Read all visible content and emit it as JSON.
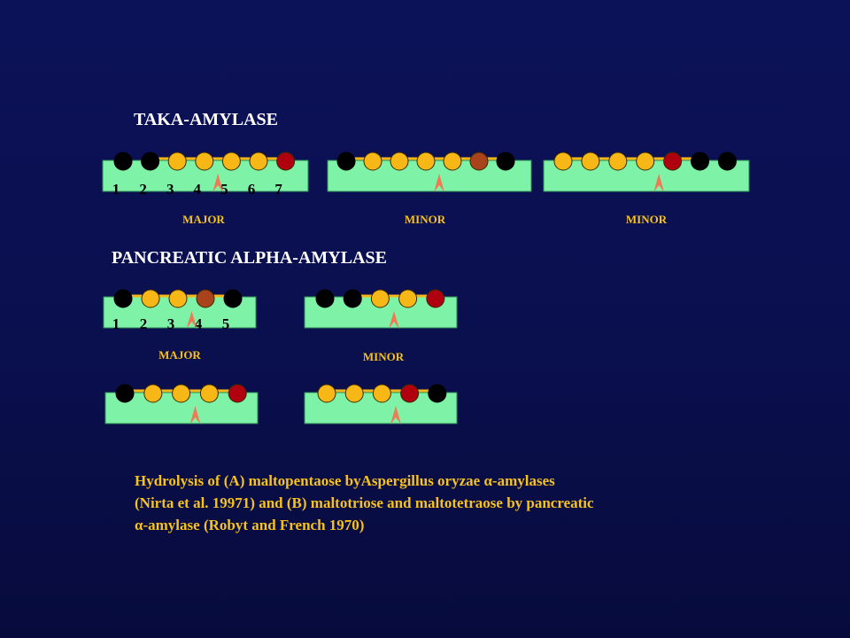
{
  "taka": {
    "title": "TAKA-AMYLASE",
    "positions": [
      "1",
      "2",
      "3",
      "4",
      "5",
      "6",
      "7"
    ],
    "rows": [
      {
        "label": "MAJOR",
        "beads": [
          "black",
          "black",
          "yellow",
          "yellow",
          "yellow",
          "yellow",
          "red"
        ],
        "cleavage_after": 4,
        "numbered": true
      },
      {
        "label": "MINOR",
        "beads": [
          "black",
          "yellow",
          "yellow",
          "yellow",
          "yellow",
          "brown",
          "black"
        ],
        "cleavage_after": 4,
        "numbered": false
      },
      {
        "label": "MINOR",
        "beads": [
          "yellow",
          "yellow",
          "yellow",
          "yellow",
          "red",
          "black",
          "black"
        ],
        "cleavage_after": 4,
        "numbered": false
      }
    ]
  },
  "pancreatic": {
    "title": "PANCREATIC ALPHA-AMYLASE",
    "positions": [
      "1",
      "2",
      "3",
      "4",
      "5"
    ],
    "top_rows": [
      {
        "label": "MAJOR",
        "beads": [
          "black",
          "yellow",
          "yellow",
          "brown",
          "black"
        ],
        "cleavage_after": 3,
        "numbered": true
      },
      {
        "label": "MINOR",
        "beads": [
          "black",
          "black",
          "yellow",
          "yellow",
          "red"
        ],
        "cleavage_after": 3,
        "numbered": false
      }
    ],
    "bottom_rows": [
      {
        "beads": [
          "black",
          "yellow",
          "yellow",
          "yellow",
          "red"
        ],
        "cleavage_after": 3
      },
      {
        "beads": [
          "yellow",
          "yellow",
          "yellow",
          "red",
          "black"
        ],
        "cleavage_after": 3
      }
    ]
  },
  "caption": {
    "line1": "Hydrolysis of (A) maltopentaose byAspergillus oryzae α-amylases",
    "line2": "(Nirta et al. 19971) and (B) maltotriose and maltotetraose by pancreatic",
    "line3": "α-amylase (Robyt and French 1970)"
  },
  "colors": {
    "background": "#0a0f4e",
    "bar_fill": "#7ef2a6",
    "bead_black": "#000000",
    "bead_yellow": "#f7b817",
    "bead_red": "#b00010",
    "bead_brown": "#a8431b",
    "arrow": "#f07a55",
    "label": "#f7c21a"
  }
}
